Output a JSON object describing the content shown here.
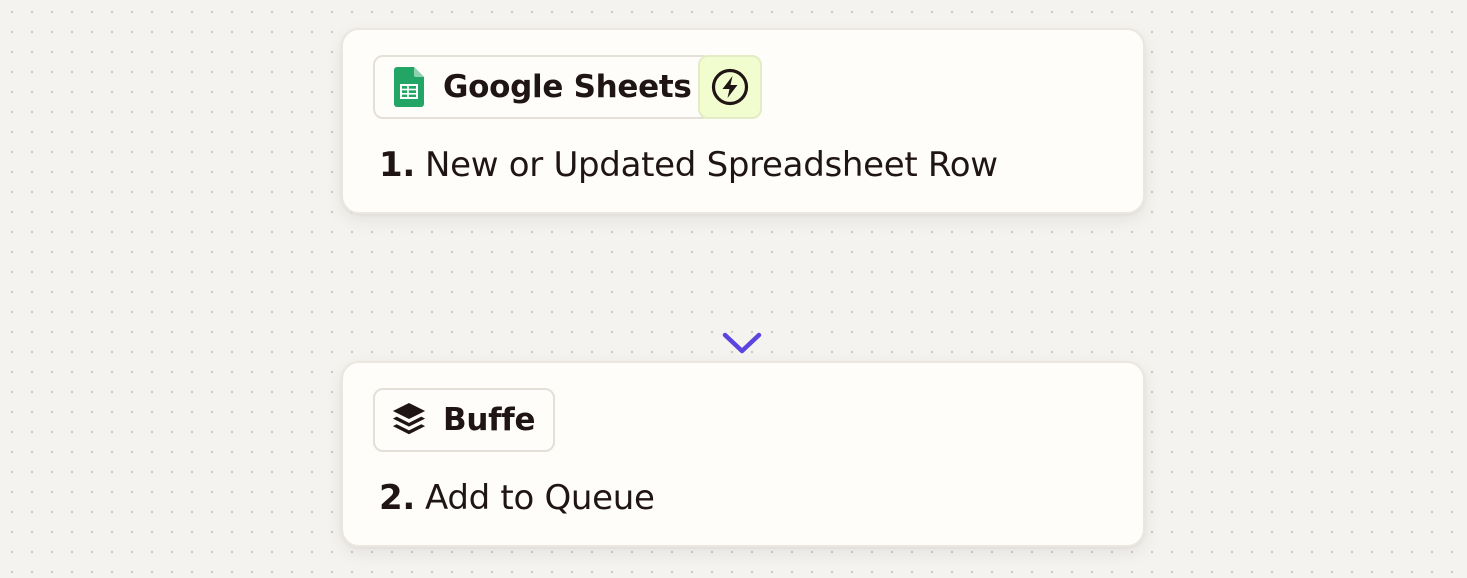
{
  "steps": [
    {
      "app": {
        "name": "Google Sheets",
        "icon": "google-sheets-icon",
        "color": "#23a566"
      },
      "trigger_icon": "lightning-bolt-icon",
      "trigger_badge_color": "#f1fccf",
      "number": "1.",
      "title": "New or Updated Spreadsheet Row"
    },
    {
      "app": {
        "name": "Buffe",
        "icon": "buffer-stack-icon",
        "color": "#201515"
      },
      "number": "2.",
      "title": "Add to Queue"
    }
  ],
  "connector": {
    "icon": "arrow-down-icon",
    "color": "#5b45e0"
  },
  "colors": {
    "canvas_background": "#f5f3ef",
    "card_background": "#fffdf9",
    "text": "#201515"
  }
}
